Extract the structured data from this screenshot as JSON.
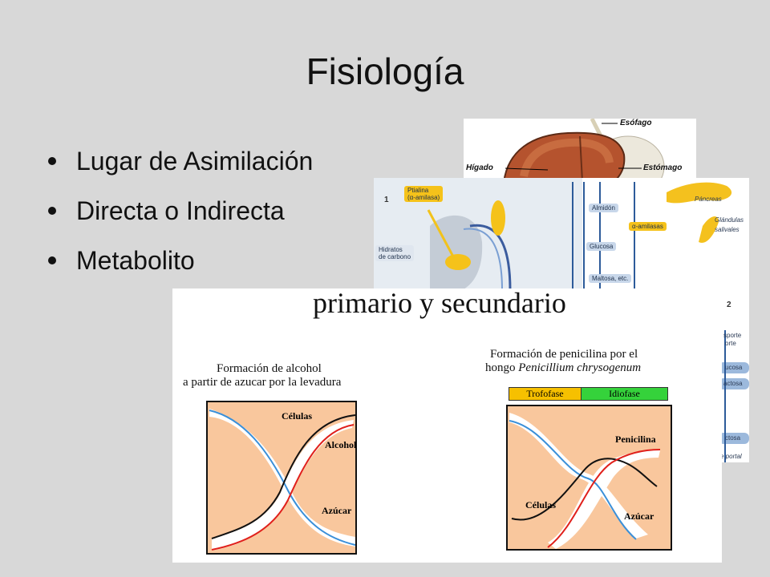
{
  "slide": {
    "title": "Fisiología"
  },
  "bullets": [
    "Lugar de Asimilación",
    "Directa o Indirecta",
    "Metabolito"
  ],
  "liver_panel": {
    "labels": {
      "esofago": "Esófago",
      "higado": "Hígado",
      "estomago": "Estómago"
    }
  },
  "digestion_panel": {
    "numbers": {
      "one": "1",
      "two": "2"
    },
    "labels": {
      "ptialina": "Ptialina",
      "alfa_amilasa": "(α-amilasa)",
      "hidratos1": "Hidratos",
      "hidratos2": "de carbono",
      "almidon": "Almidón",
      "amilasas": "α-amilasas",
      "glucosa": "Glucosa",
      "maltosa": "Maltosa, etc.",
      "pancreas": "Páncreas",
      "glandulas1": "Glándulas",
      "glandulas2": "salivales",
      "sporte": "sporte",
      "orte": "orte",
      "ucosa": "ucosa",
      "actosa": "actosa",
      "ctosa": "ctosa",
      "portal": "e portal"
    }
  },
  "curves_panel": {
    "heading": "primario y secundario",
    "left_chart": {
      "title_line1": "Formación de alcohol",
      "title_line2": "a partir de azucar por la levadura",
      "labels": {
        "cells": "Células",
        "alcohol": "Alcohol",
        "sugar": "Azúcar"
      }
    },
    "right_chart": {
      "title_line1": "Formación de penicilina por el",
      "title_line2_prefix": "hongo ",
      "title_line2_italic": "Penicillium chrysogenum",
      "phase_left": "Trofofase",
      "phase_right": "Idiofase",
      "labels": {
        "penicillin": "Penicilina",
        "cells": "Células",
        "sugar": "Azúcar"
      }
    }
  },
  "colors": {
    "background": "#d8d8d8",
    "chart_fill": "#f9c79d",
    "blue_curve": "#3a8fd8",
    "red_curve": "#e0201b",
    "black_curve": "#111111",
    "trofofase": "#f6c000",
    "idiofase": "#35d23b"
  }
}
